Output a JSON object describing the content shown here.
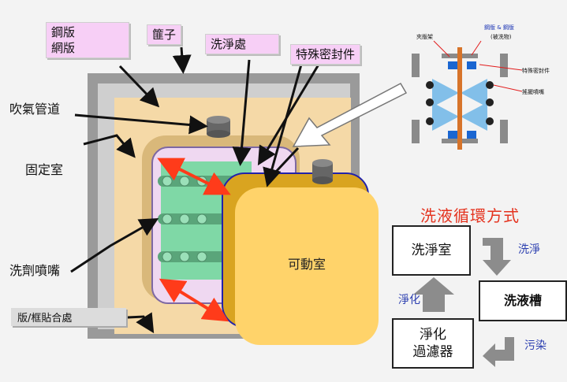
{
  "labels": {
    "steel_frame": "鋼版\n網版",
    "frame": "篚子",
    "cleaning_area": "洗淨處",
    "special_seal": "特殊密封件",
    "air_duct": "吹氣管道",
    "fixed_chamber": "固定室",
    "nozzle": "洗劑噴嘴",
    "bond_area": "版/框貼合處",
    "movable_chamber": "可動室"
  },
  "inset": {
    "frame_holder": "夾版架",
    "steel_mesh": "鋼版 & 鋼版",
    "washed_item": "(被洗物)",
    "special_seal": "特殊密封件",
    "swing_nozzle": "搖擺噴嘴"
  },
  "flow": {
    "title": "洗液循環方式",
    "cleaning_room": "洗淨室",
    "wash_tank": "洗液槽",
    "filter": "淨化\n過濾器",
    "arrow_wash": "洗淨",
    "arrow_dirty": "污染",
    "arrow_purify": "淨化"
  },
  "colors": {
    "outer_frame": "#9a9a9a",
    "fill_beige": "#f5d9a7",
    "movable_chamber": "#ffd36a",
    "green_panel": "#7fd8a6",
    "red_arrow": "#ff3b1a",
    "title_red": "#e4321e",
    "blue_text": "#2c3fb0"
  }
}
